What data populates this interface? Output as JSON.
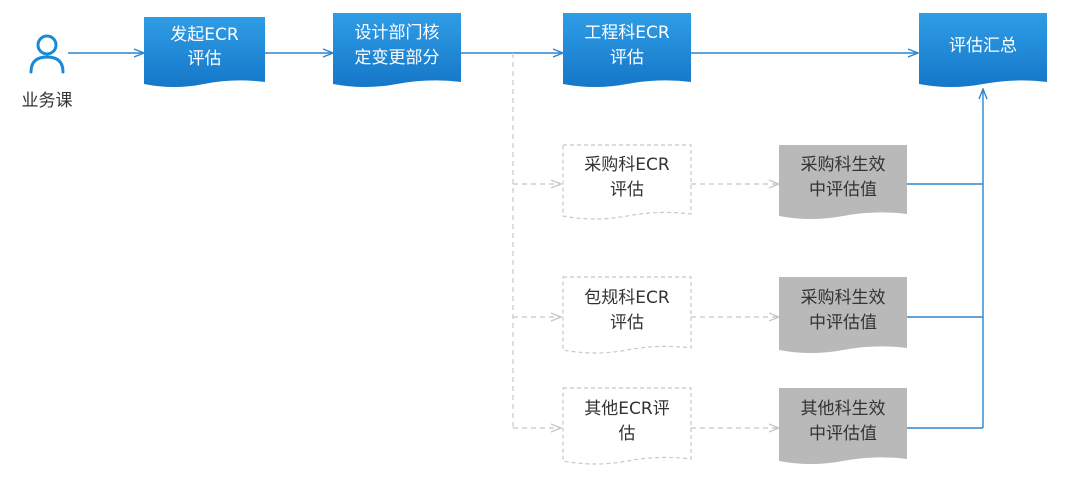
{
  "actor": {
    "label": "业务课",
    "icon": "user-icon"
  },
  "nodes": {
    "initiate": {
      "line1": "发起ECR",
      "line2": "评估"
    },
    "design": {
      "line1": "设计部门核",
      "line2": "定变更部分"
    },
    "engineering": {
      "line1": "工程科ECR",
      "line2": "评估"
    },
    "summary": {
      "line1": "评估汇总"
    },
    "purchasing_eval": {
      "line1": "采购科ECR",
      "line2": "评估"
    },
    "packaging_eval": {
      "line1": "包规科ECR",
      "line2": "评估"
    },
    "other_eval": {
      "line1": "其他ECR评",
      "line2": "估"
    },
    "purchasing_value": {
      "line1": "采购科生效",
      "line2": "中评估值"
    },
    "packaging_value": {
      "line1": "采购科生效",
      "line2": "中评估值"
    },
    "other_value": {
      "line1": "其他科生效",
      "line2": "中评估值"
    }
  },
  "colors": {
    "primary_blue": "#1a8ad8",
    "gradient_top": "#2f9de6",
    "gradient_bottom": "#1577c8",
    "connector_blue": "#2b86cf",
    "dashed_gray": "#c8c8c8",
    "value_gray": "#b9b9b9",
    "text_dark": "#333333",
    "text_white": "#ffffff"
  }
}
